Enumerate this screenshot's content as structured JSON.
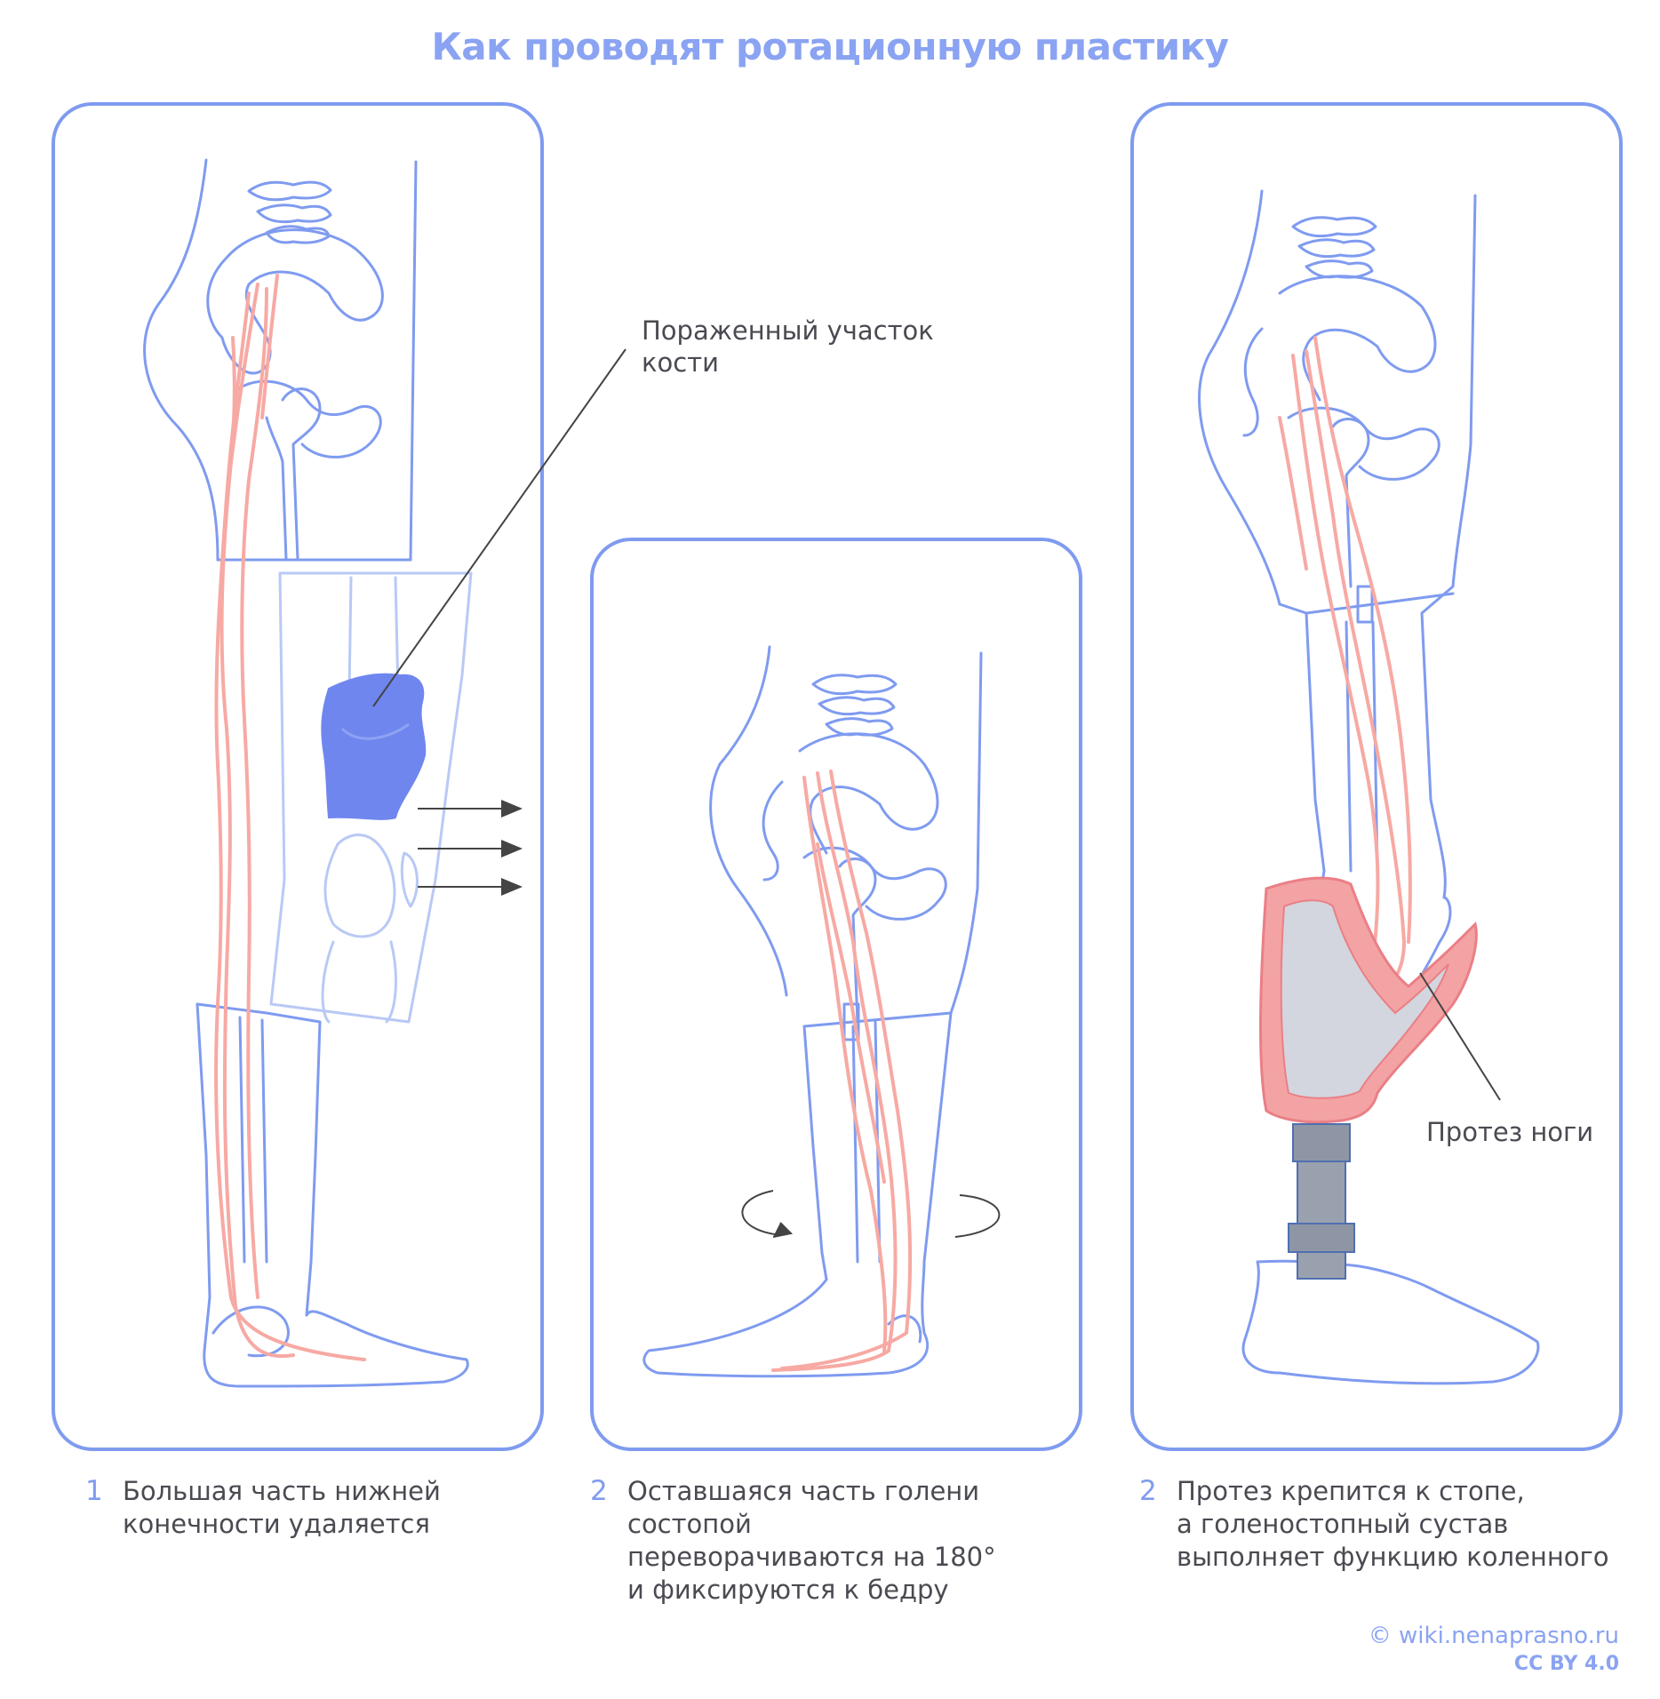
{
  "title": "Как проводят ротационную пластику",
  "colors": {
    "accent": "#7f9bf0",
    "outline": "#7f9bf0",
    "muscle": "#f7a9a3",
    "tumor": "#6f86ef",
    "prosthesis_socket": "#f3a3a3",
    "prosthesis_metal": "#8e96a6",
    "text": "#4a4a52"
  },
  "steps": [
    {
      "number": "1",
      "text": "Большая часть нижней\nконечности удаляется"
    },
    {
      "number": "2",
      "text": "Оставшаяся часть голени состопой\nпереворачиваются на 180°\nи фиксируются к бедру"
    },
    {
      "number": "2",
      "text": "Протез крепится к стопе,\nа голеностопный сустав\nвыполняет функцию коленного"
    }
  ],
  "callouts": {
    "affected_bone": "Пораженный участок\nкости",
    "prosthesis": "Протез ноги"
  },
  "footer": {
    "copyright": "© wiki.nenaprasno.ru",
    "license": "CC BY 4.0"
  }
}
